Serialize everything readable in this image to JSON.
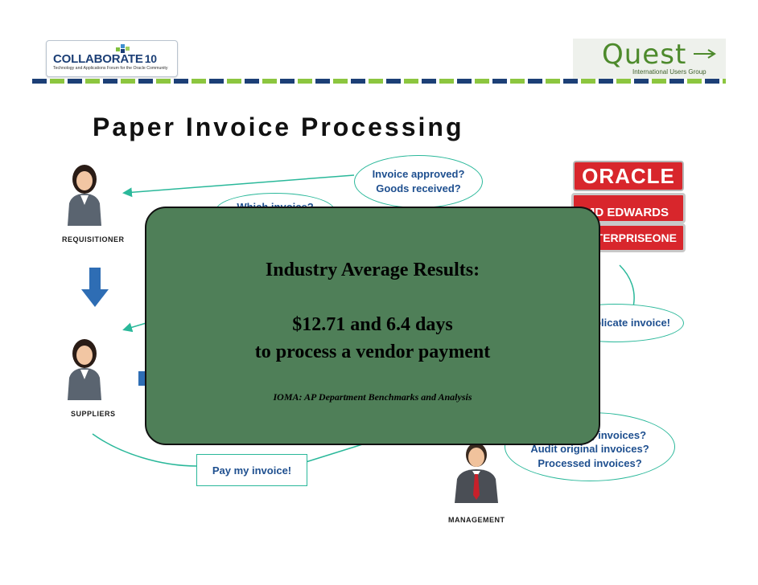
{
  "header": {
    "left_logo": {
      "name": "COLLABORATE",
      "number": "10",
      "tagline": "Technology and Applications Forum for the Oracle Community"
    },
    "right_logo": {
      "name": "Quest",
      "subtitle": "International Users Group"
    }
  },
  "title": "Paper Invoice Processing",
  "roles": {
    "requisitioner": "REQUISITIONER",
    "suppliers": "SUPPLIERS",
    "management": "MANAGEMENT"
  },
  "bubbles": {
    "invoice_approved": "Invoice approved?",
    "goods_received": "Goods received?",
    "which_invoice": "Which invoice?",
    "duplicate_invoice": "Duplicate invoice!",
    "pay_my_invoice": "Pay my invoice!",
    "outstanding_invoices": "Outstanding invoices?",
    "audit_original": "Audit original invoices?",
    "processed_invoices": "Processed invoices?"
  },
  "oracle_stack": {
    "oracle": "ORACLE",
    "jd_edwards": "JD EDWARDS",
    "enterpriseone": "ENTERPRISEONE"
  },
  "overlay": {
    "heading": "Industry Average Results:",
    "line1": "$12.71 and 6.4 days",
    "line2": "to process a vendor payment",
    "source": "IOMA: AP Department Benchmarks and Analysis"
  },
  "colors": {
    "overlay_fill": "#4f7f58",
    "connector": "#2ab89a",
    "bubble_text": "#1e4f8f",
    "arrow_blue": "#2e6db4",
    "oracle_red": "#d8262c",
    "quest_green": "#4d8a2c"
  },
  "icons": {
    "person_female": "person-female-icon",
    "person_male": "person-male-icon",
    "down_arrow": "down-arrow-icon"
  }
}
